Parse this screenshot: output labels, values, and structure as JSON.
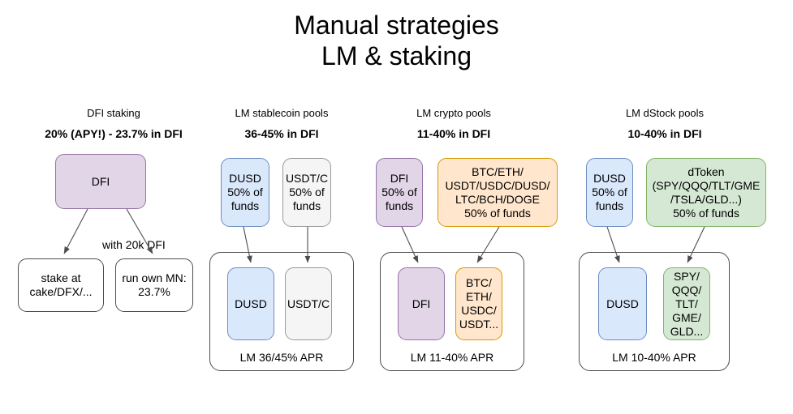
{
  "title": "Manual strategies\nLM & staking",
  "colors": {
    "purple_fill": "#e1d5e7",
    "purple_stroke": "#9673a6",
    "blue_fill": "#dae8fc",
    "blue_stroke": "#6c8ebf",
    "gray_fill": "#f5f5f5",
    "gray_stroke": "#999999",
    "orange_fill": "#ffe6cc",
    "orange_stroke": "#d79b00",
    "green_fill": "#d5e8d4",
    "green_stroke": "#82b366",
    "plain_fill": "#ffffff",
    "plain_stroke": "#4d4d4d",
    "arrow": "#4d4d4d"
  },
  "columns": [
    {
      "head": "DFI staking",
      "sub": "20% (APY!) - 23.7% in DFI",
      "top_nodes": [
        {
          "label": "DFI"
        }
      ],
      "edge_label": "with 20k DFI",
      "bottom_nodes": [
        {
          "label": "stake at\ncake/DFX/..."
        },
        {
          "label": "run own MN:\n23.7%"
        }
      ]
    },
    {
      "head": "LM stablecoin pools",
      "sub": "36-45% in DFI",
      "top_nodes": [
        {
          "label": "DUSD\n50% of\nfunds"
        },
        {
          "label": "USDT/C\n50% of\nfunds"
        }
      ],
      "pool_nodes": [
        {
          "label": "DUSD"
        },
        {
          "label": "USDT/C"
        }
      ],
      "pool_label": "LM 36/45% APR"
    },
    {
      "head": "LM crypto pools",
      "sub": "11-40% in DFI",
      "top_nodes": [
        {
          "label": "DFI\n50% of\nfunds"
        },
        {
          "label": "BTC/ETH/\nUSDT/USDC/DUSD/\nLTC/BCH/DOGE\n50% of funds"
        }
      ],
      "pool_nodes": [
        {
          "label": "DFI"
        },
        {
          "label": "BTC/\nETH/\nUSDC/\nUSDT..."
        }
      ],
      "pool_label": "LM 11-40% APR"
    },
    {
      "head": "LM dStock pools",
      "sub": "10-40% in DFI",
      "top_nodes": [
        {
          "label": "DUSD\n50% of\nfunds"
        },
        {
          "label": "dToken\n(SPY/QQQ/TLT/GME\n/TSLA/GLD...)\n50% of funds"
        }
      ],
      "pool_nodes": [
        {
          "label": "DUSD"
        },
        {
          "label": "SPY/\nQQQ/\nTLT/\nGME/\nGLD..."
        }
      ],
      "pool_label": "LM 10-40% APR"
    }
  ]
}
